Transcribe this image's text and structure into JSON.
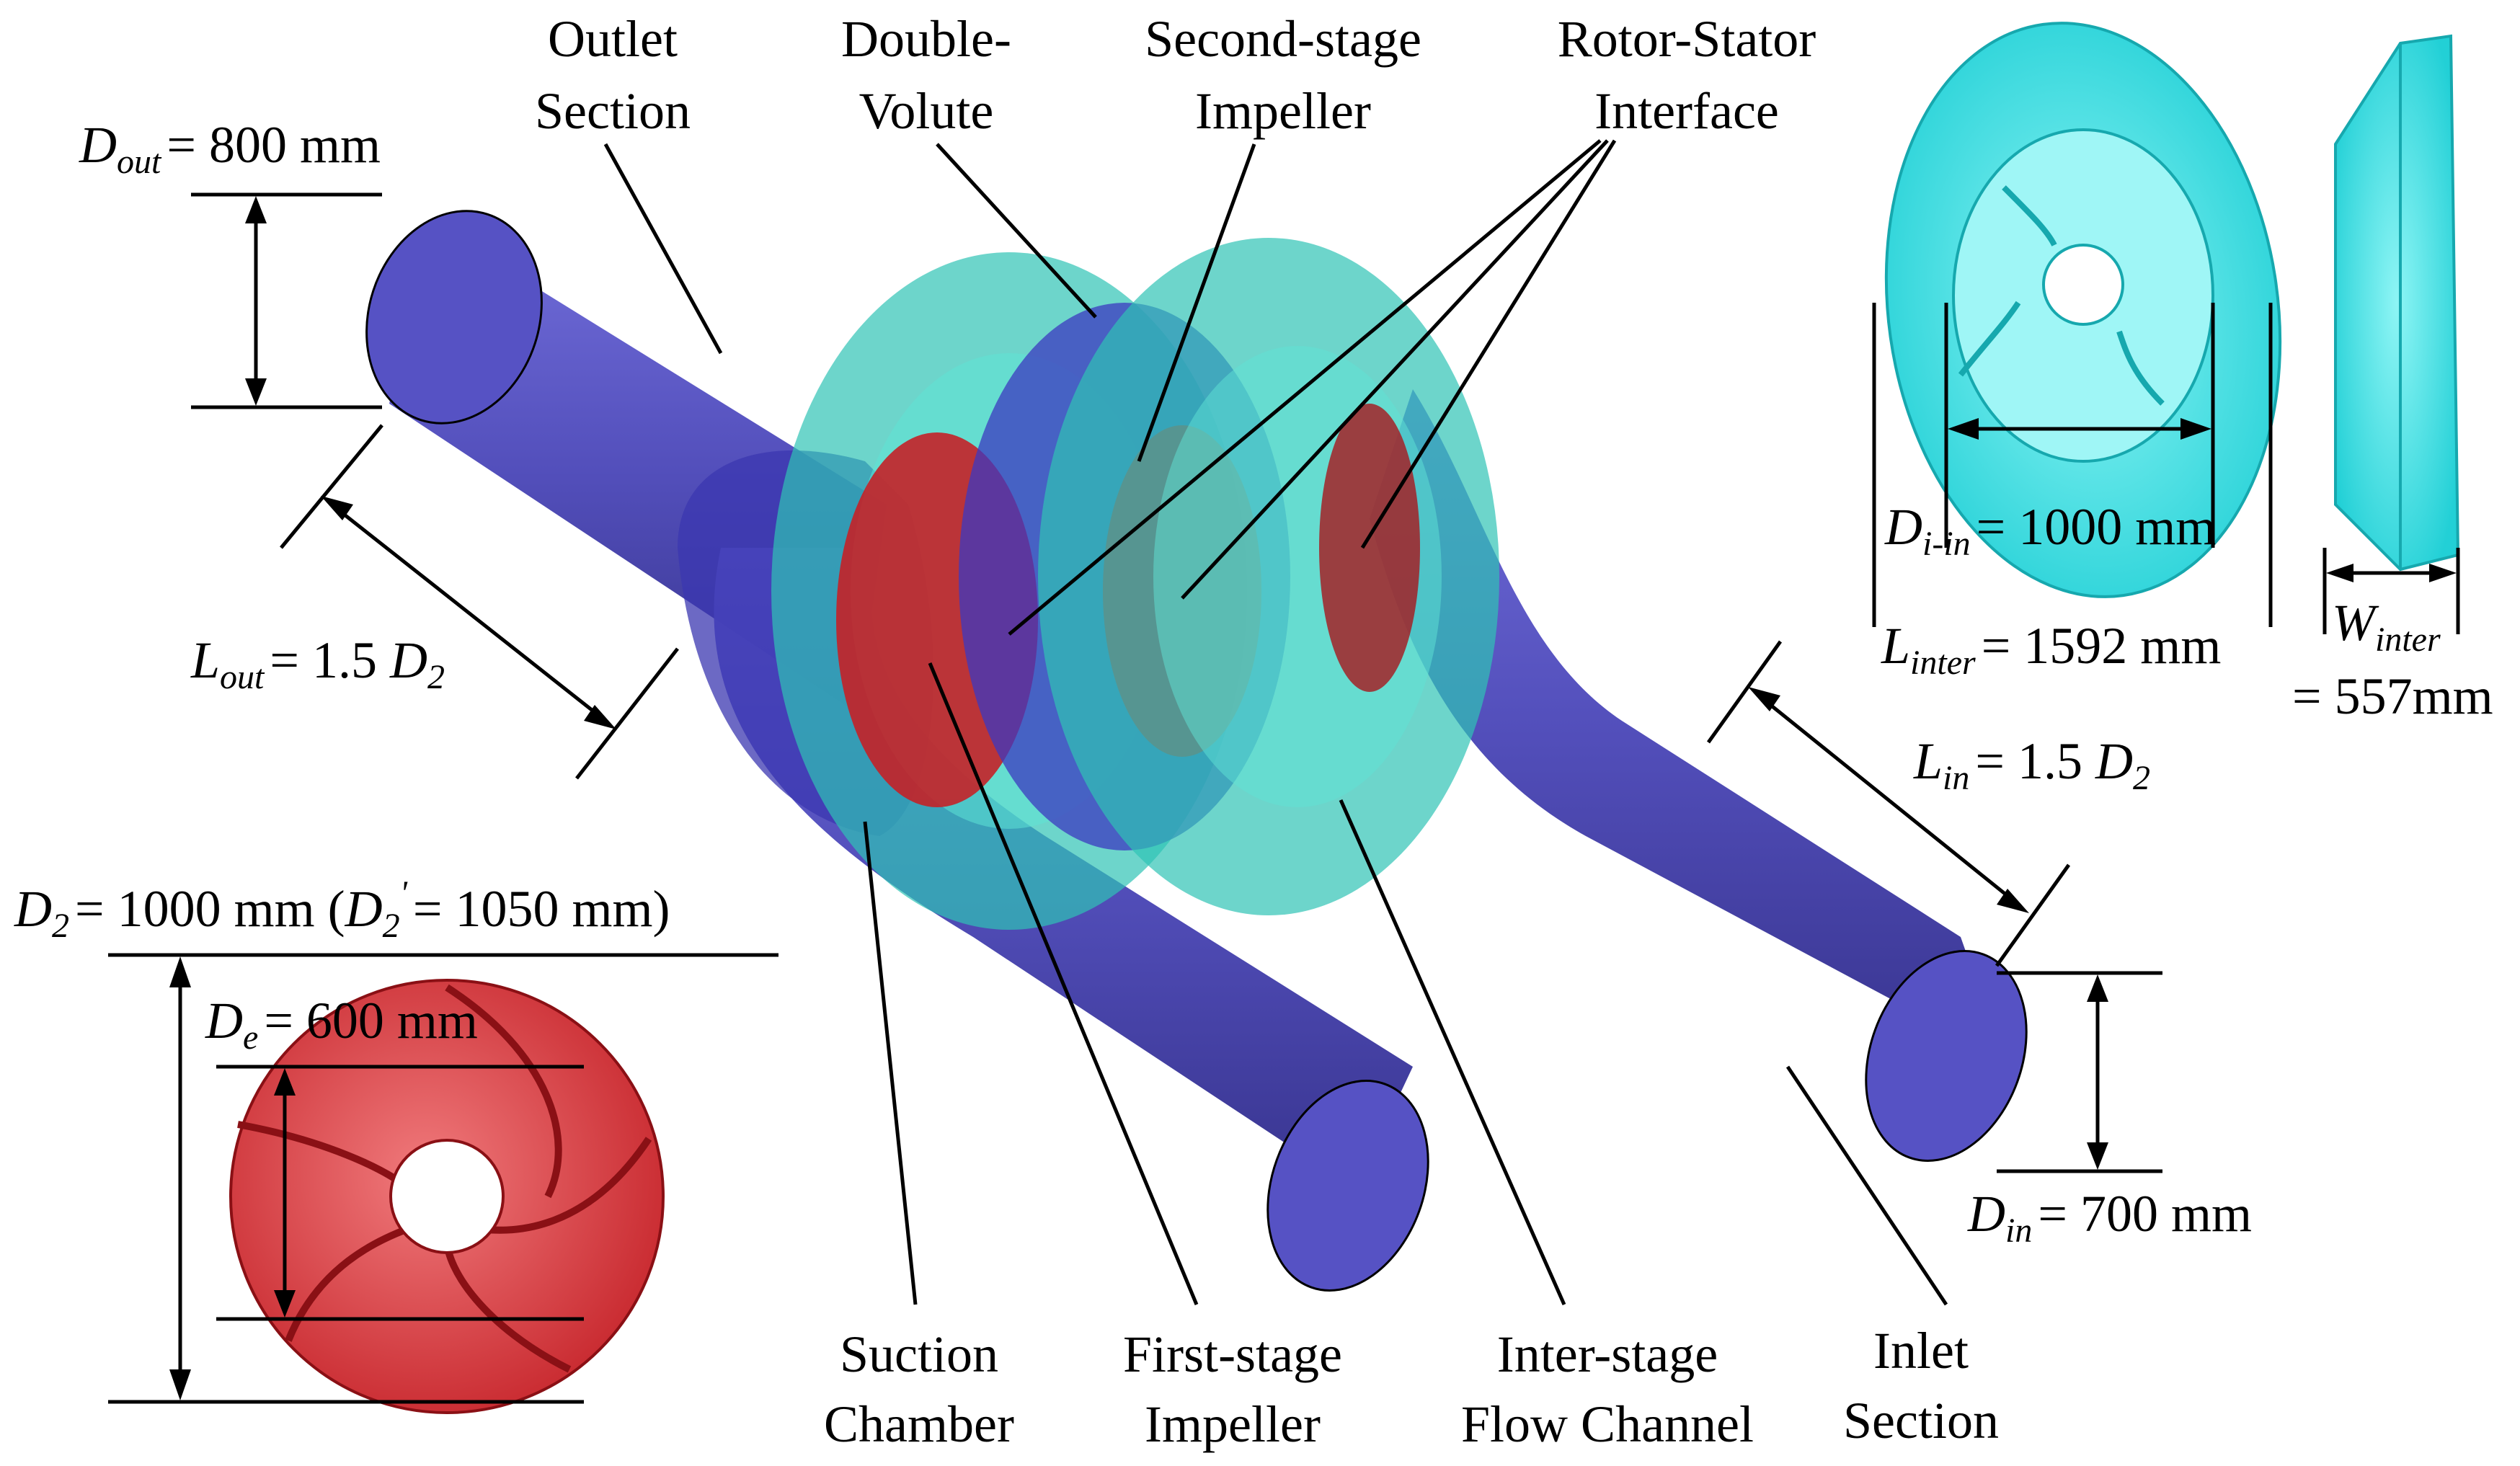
{
  "figure": {
    "labels": {
      "outlet_section": [
        "Outlet",
        "Section"
      ],
      "double_volute": [
        "Double-",
        "Volute"
      ],
      "second_stage_impeller": [
        "Second-stage",
        "Impeller"
      ],
      "rotor_stator_interface": [
        "Rotor-Stator",
        "Interface"
      ],
      "suction_chamber": [
        "Suction",
        "Chamber"
      ],
      "first_stage_impeller": [
        "First-stage",
        "Impeller"
      ],
      "inter_stage_flow_channel": [
        "Inter-stage",
        "Flow Channel"
      ],
      "inlet_section": [
        "Inlet",
        "Section"
      ]
    },
    "dimensions": {
      "d_out": {
        "symbol": "D",
        "sub": "out",
        "value": "= 800 mm"
      },
      "l_out": {
        "symbol": "L",
        "sub": "out",
        "value": "= 1.5 ",
        "var": "D",
        "var_sub": "2"
      },
      "l_in": {
        "symbol": "L",
        "sub": "in",
        "value": "= 1.5 ",
        "var": "D",
        "var_sub": "2"
      },
      "d_in": {
        "symbol": "D",
        "sub": "in",
        "value": "= 700 mm"
      },
      "d2": {
        "symbol": "D",
        "sub": "2",
        "value": "= 1000 mm  (",
        "alt_symbol": "D",
        "alt_sub": "2",
        "alt_sup": "'",
        "alt_value": "= 1050 mm)"
      },
      "de": {
        "symbol": "D",
        "sub": "e",
        "value": "= 600 mm"
      },
      "d_i_in": {
        "symbol": "D",
        "sub": "i-in",
        "value": "= 1000 mm"
      },
      "l_inter": {
        "symbol": "L",
        "sub": "inter",
        "value": "= 1592 mm"
      },
      "w_inter": {
        "symbol": "W",
        "sub": "inter",
        "value": "= 557mm"
      }
    },
    "colors": {
      "pipe": "#4a46b8",
      "pipe_dark": "#2e2a8a",
      "volute": "#2fc3b5",
      "volute_light": "#5fe3d6",
      "impeller_red": "#e0474b",
      "impeller_dark": "#a8161c",
      "cyan": "#33e6e6"
    }
  }
}
